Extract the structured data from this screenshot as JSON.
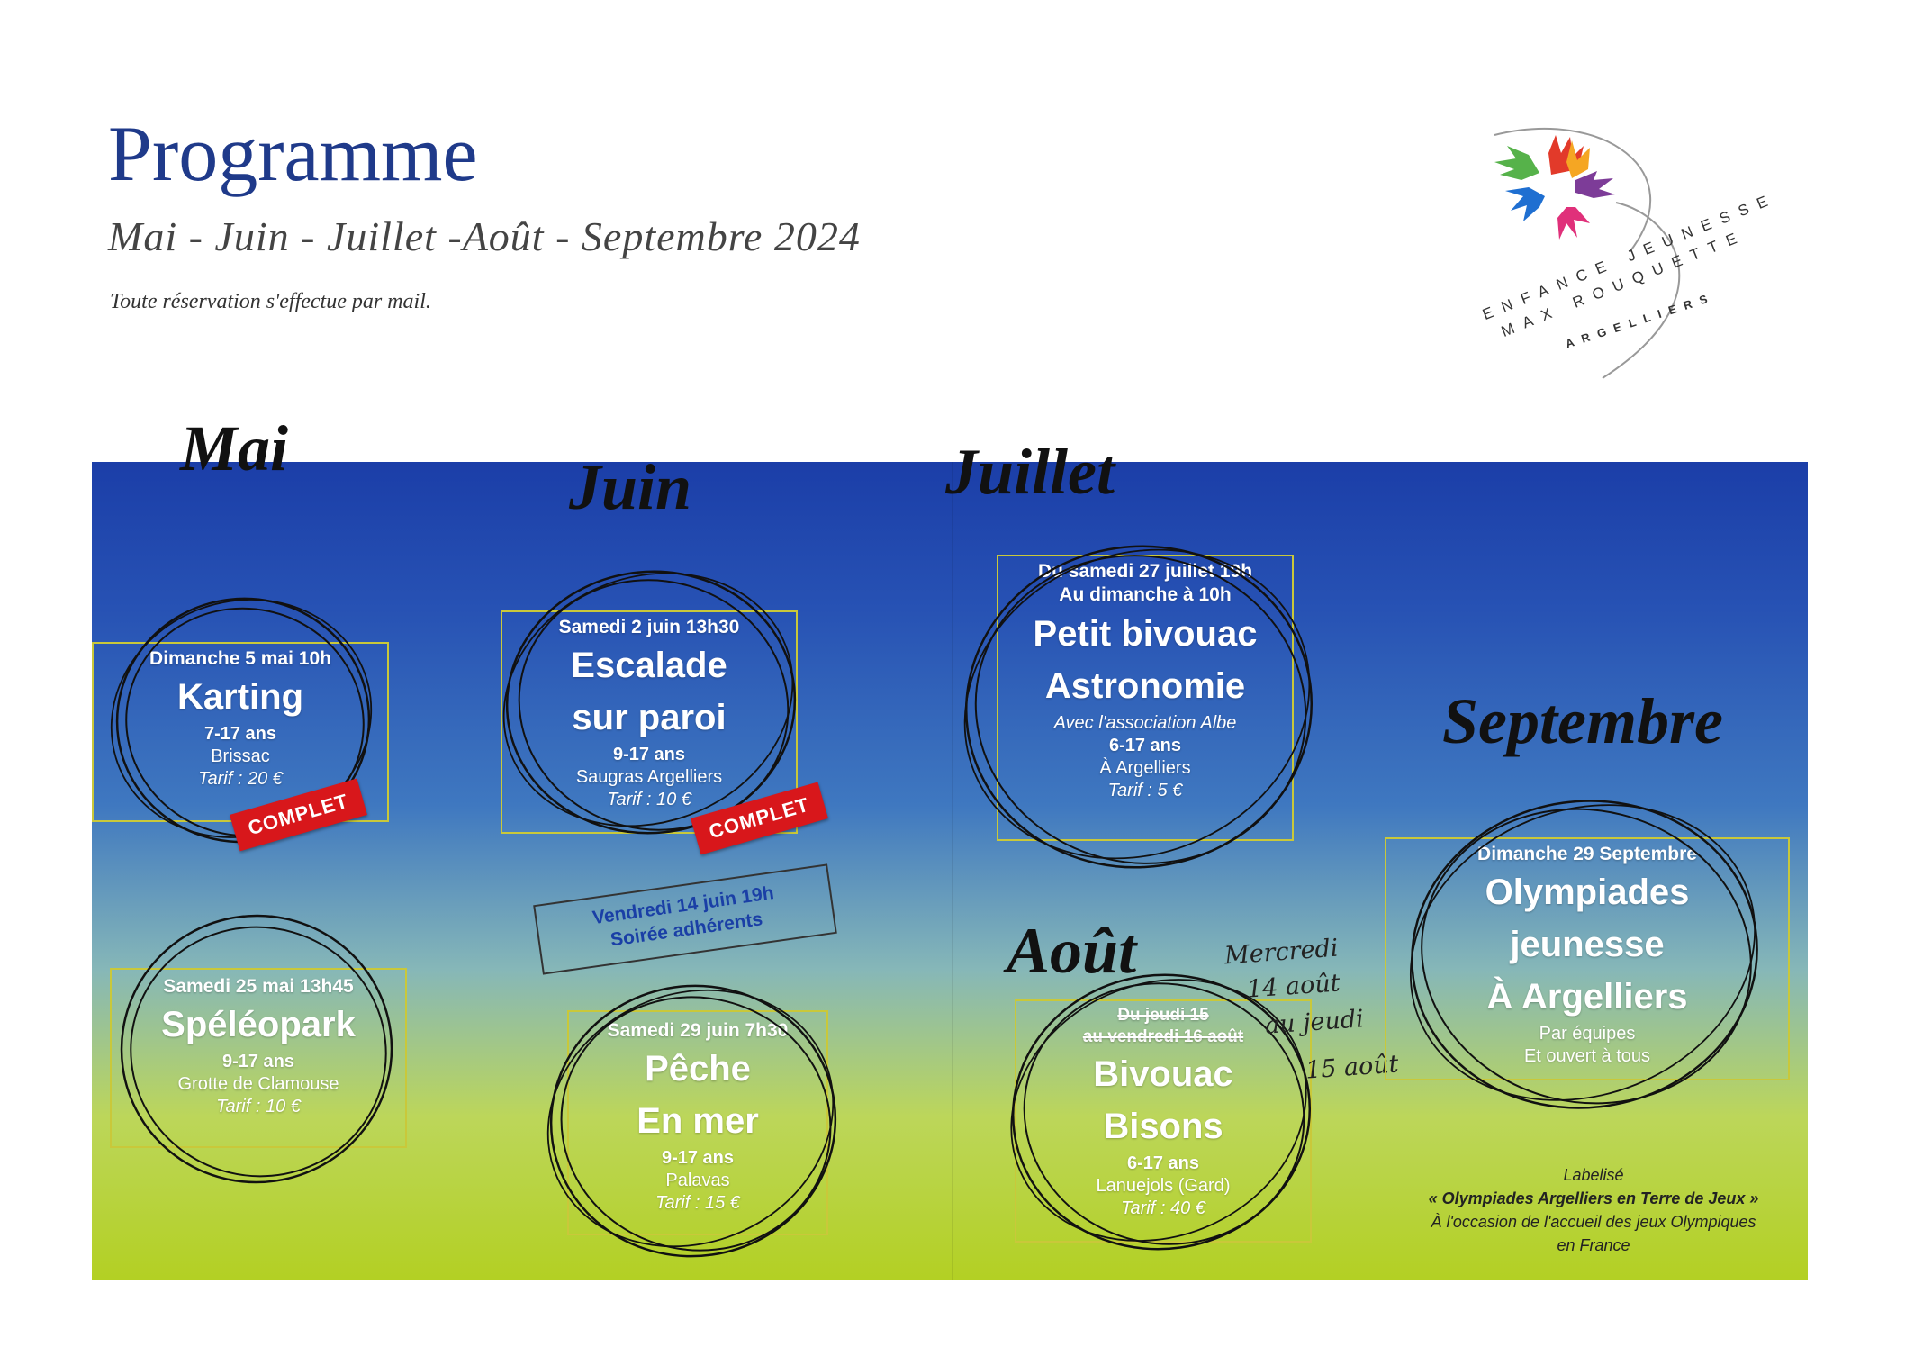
{
  "header": {
    "title": "Programme",
    "subtitle": "Mai - Juin - Juillet  -Août - Septembre 2024",
    "note": "Toute réservation s'effectue par mail."
  },
  "logo": {
    "line1": "ENFANCE JEUNESSE",
    "line2": "MAX ROUQUETTE",
    "line3": "ARGELLIERS",
    "icon": "colored-hands-icon"
  },
  "months": {
    "mai": "Mai",
    "juin": "Juin",
    "juillet": "Juillet",
    "aout": "Août",
    "septembre": "Septembre"
  },
  "events": {
    "karting": {
      "date": "Dimanche 5 mai 10h",
      "name": "Karting",
      "age": "7-17 ans",
      "place": "Brissac",
      "price": "Tarif : 20 €",
      "badge": "COMPLET"
    },
    "escalade": {
      "date": "Samedi 2 juin 13h30",
      "name1": "Escalade",
      "name2": "sur paroi",
      "age": "9-17 ans",
      "place": "Saugras Argelliers",
      "price": "Tarif : 10 €",
      "badge": "COMPLET"
    },
    "soiree": {
      "date": "Vendredi 14 juin 19h",
      "name": "Soirée adhérents"
    },
    "speleopark": {
      "date": "Samedi 25 mai 13h45",
      "name": "Spéléopark",
      "age": "9-17 ans",
      "place": "Grotte de Clamouse",
      "price": "Tarif : 10 €"
    },
    "peche": {
      "date": "Samedi 29 juin 7h30",
      "name1": "Pêche",
      "name2": "En mer",
      "age": "9-17 ans",
      "place": "Palavas",
      "price": "Tarif : 15 €"
    },
    "bivouac_astro": {
      "date1": "Du samedi 27 juillet 19h",
      "date2": "Au dimanche à 10h",
      "name1": "Petit bivouac",
      "name2": "Astronomie",
      "assoc": "Avec l'association Albe",
      "age": "6-17 ans",
      "place": "À Argelliers",
      "price": "Tarif : 5 €"
    },
    "bivouac_bisons": {
      "date1": "Du jeudi 15",
      "date2": "au vendredi 16 août",
      "name1": "Bivouac",
      "name2": "Bisons",
      "age": "6-17 ans",
      "place": "Lanuejols (Gard)",
      "price": "Tarif : 40 €",
      "handwritten": [
        "Mercredi",
        "14 août",
        "au jeudi",
        "15 août"
      ]
    },
    "olympiades": {
      "date": "Dimanche 29 Septembre",
      "name1": "Olympiades",
      "name2": "jeunesse",
      "name3": "À Argelliers",
      "detail1": "Par équipes",
      "detail2": "Et ouvert à tous"
    }
  },
  "label": {
    "line1": "Labelisé",
    "line2": "« Olympiades Argelliers en Terre de Jeux »",
    "line3": "À l'occasion de l'accueil des jeux Olympiques",
    "line4": "en France"
  },
  "colors": {
    "title": "#1f3a8a",
    "board_top": "#1b3ea8",
    "board_bottom": "#b3d023",
    "badge": "#d8171b",
    "card_border": "#c9c83a"
  }
}
